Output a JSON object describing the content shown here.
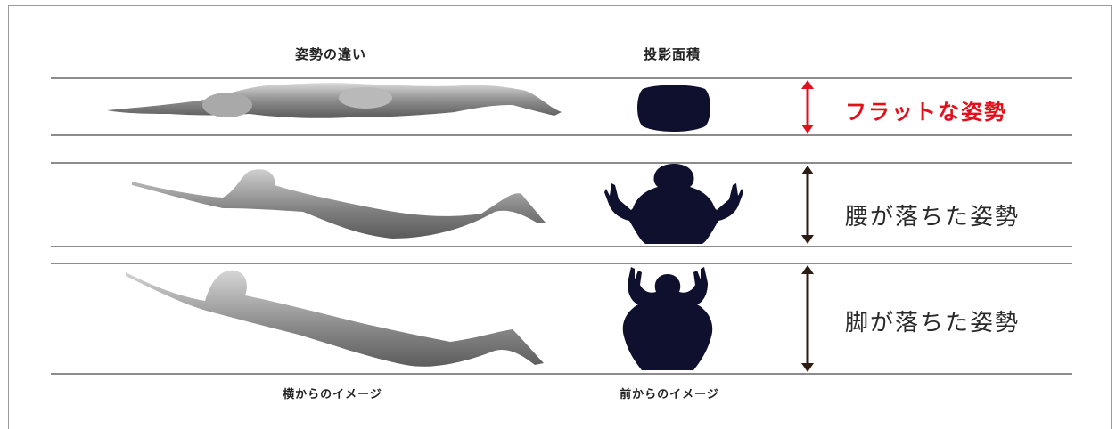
{
  "headers": {
    "side_view": "姿勢の違い",
    "front_view": "投影面積"
  },
  "footers": {
    "side_view": "横からのイメージ",
    "front_view": "前からのイメージ"
  },
  "postures": [
    {
      "label": "フラットな姿勢",
      "arrow_color": "#e3101c",
      "label_color": "#e3101c"
    },
    {
      "label": "腰が落ちた姿勢",
      "arrow_color": "#2b1d14",
      "label_color": "#2a2a2a"
    },
    {
      "label": "脚が落ちた姿勢",
      "arrow_color": "#2b1d14",
      "label_color": "#2a2a2a"
    }
  ],
  "colors": {
    "silhouette": "#0f0f2e",
    "rule_line": "#8c8c8c",
    "swimmer_shade": "#8a8a8a"
  }
}
